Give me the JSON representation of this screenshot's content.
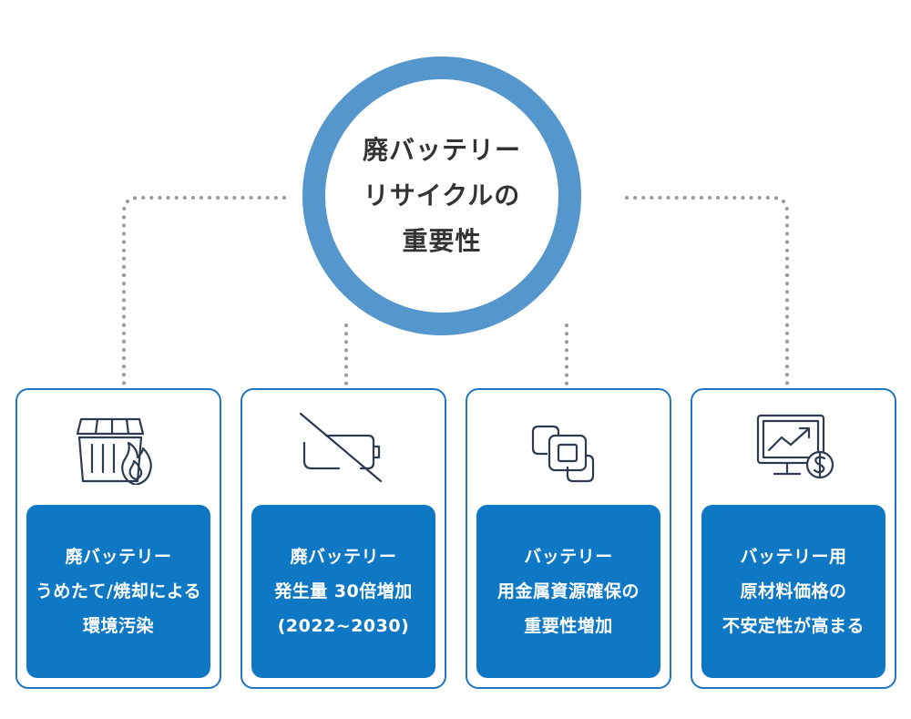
{
  "hub": {
    "lines": [
      "廃バッテリー",
      "リサイクルの",
      "重要性"
    ]
  },
  "cards": [
    {
      "icon": "garbage-bin-fire-icon",
      "lines": [
        "廃バッテリー",
        "うめたて/焼却による",
        "環境汚染"
      ]
    },
    {
      "icon": "battery-slash-icon",
      "lines": [
        "廃バッテリー",
        "発生量 30倍増加",
        "(2022~2030)"
      ]
    },
    {
      "icon": "stacked-squares-icon",
      "lines": [
        "バッテリー",
        "用金属資源確保の",
        "重要性増加"
      ]
    },
    {
      "icon": "monitor-chart-dollar-icon",
      "lines": [
        "バッテリー用",
        "原材料価格の",
        "不安定性が高まる"
      ]
    }
  ],
  "colors": {
    "hub_ring": "#5596cc",
    "card_border": "#1f75c2",
    "card_fill": "#0f78c5",
    "connector": "#9a9a9a",
    "icon_stroke": "#2e3a4f"
  }
}
